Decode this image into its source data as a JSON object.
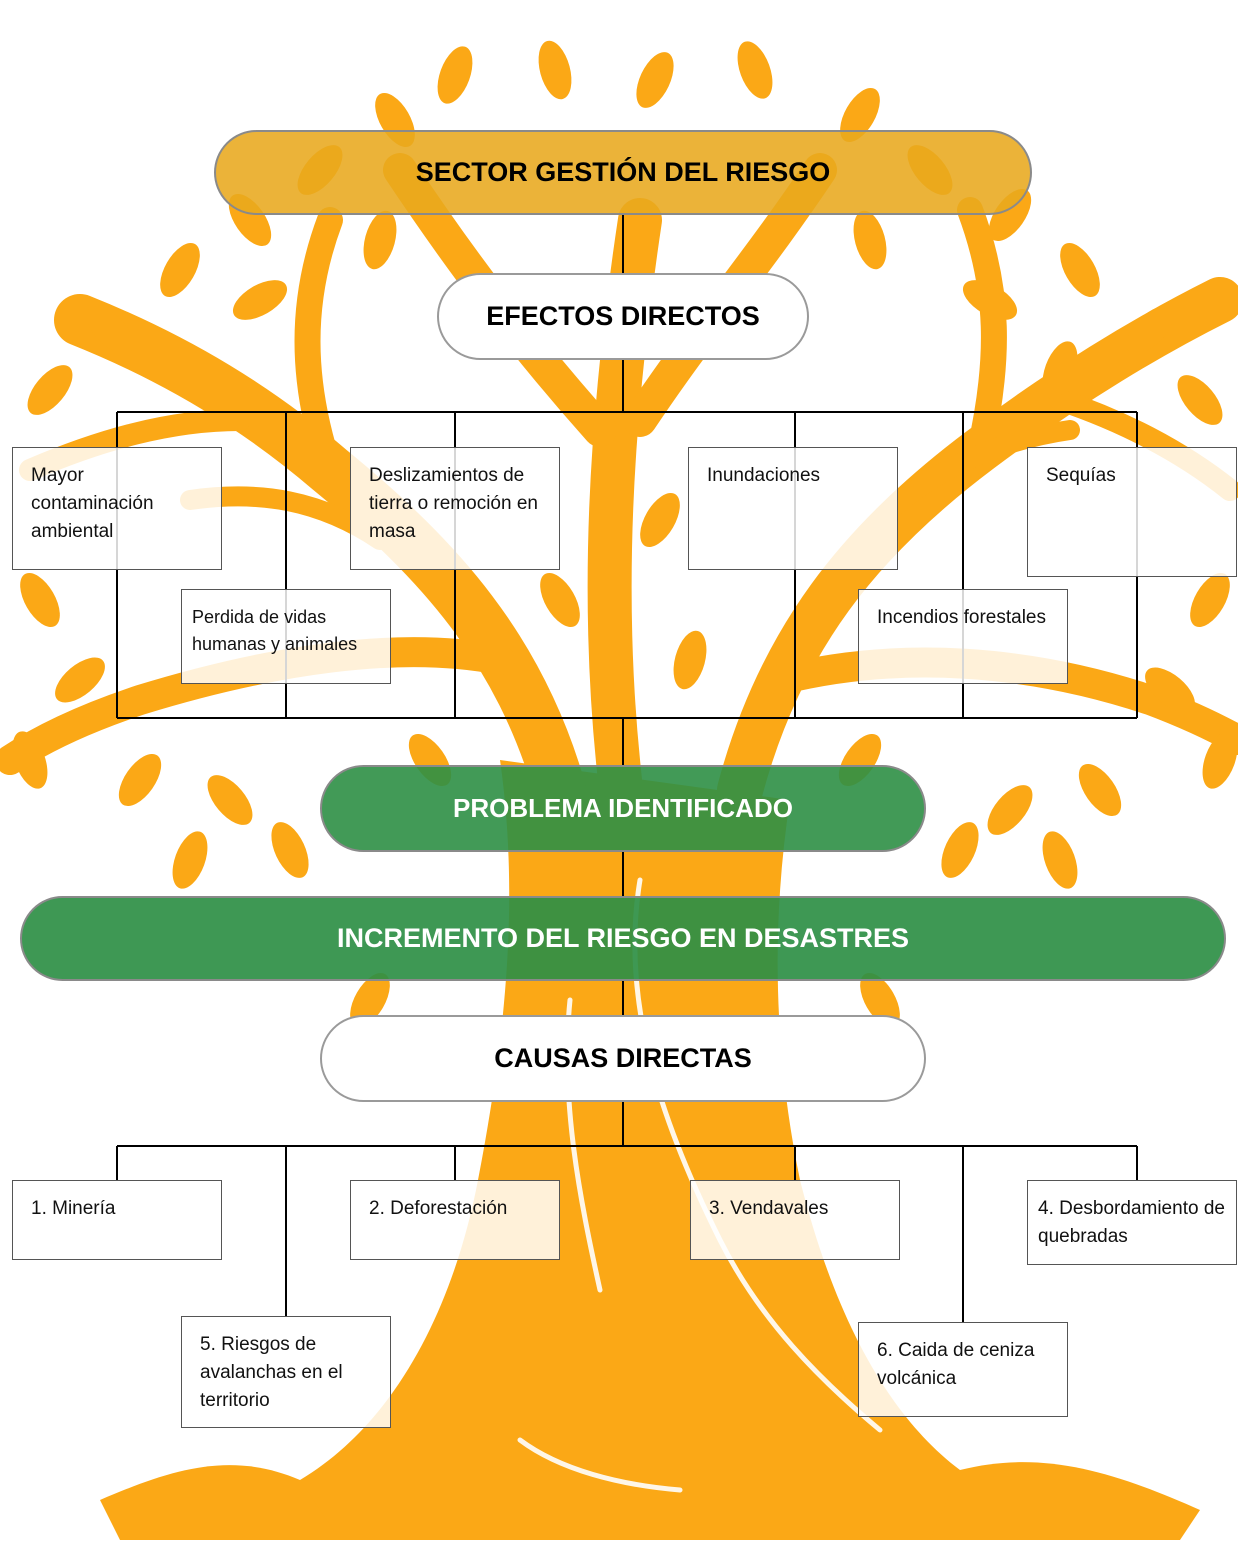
{
  "title": "SECTOR GESTIÓN DEL RIESGO",
  "effects_header": "EFECTOS DIRECTOS",
  "effects": [
    "Mayor contaminación ambiental",
    "Perdida de vidas humanas y animales",
    "Deslizamientos de tierra o remoción en masa",
    "Inundaciones",
    "Incendios forestales",
    "Sequías"
  ],
  "problem_header": "PROBLEMA IDENTIFICADO",
  "problem": "INCREMENTO DEL RIESGO EN DESASTRES",
  "causes_header": "CAUSAS DIRECTAS",
  "causes": [
    "1. Minería",
    "2. Deforestación",
    "3. Vendavales",
    "4. Desbordamiento de quebradas",
    "5. Riesgos de avalanchas en el territorio",
    "6. Caida de ceniza volcánica"
  ],
  "colors": {
    "tree": "#FBA816",
    "title_fill": "#E8A91E",
    "problem_fill": "#2E8F45",
    "line": "#000000"
  }
}
